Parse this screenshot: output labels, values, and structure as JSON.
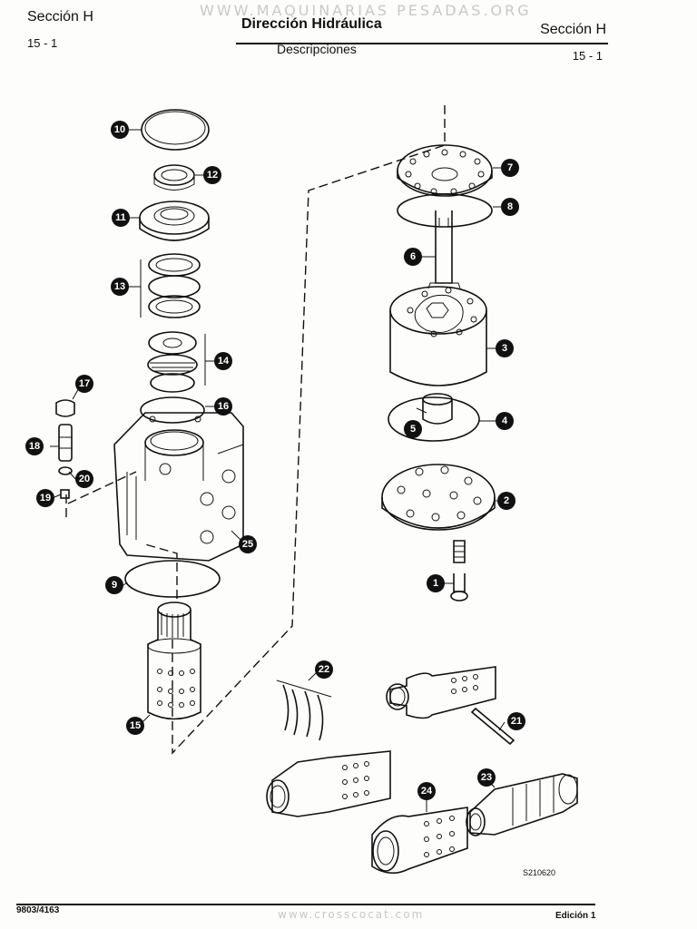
{
  "header": {
    "section_left": "Sección H",
    "page_left": "15 - 1",
    "section_right": "Sección H",
    "page_right": "15 - 1",
    "title": "Dirección Hidráulica",
    "subtitle": "Descripciones",
    "watermark": "WWW.MAQUINARIAS PESADAS.ORG"
  },
  "diagram": {
    "figure_id": "S210620",
    "callouts": [
      "1",
      "2",
      "3",
      "4",
      "5",
      "6",
      "7",
      "8",
      "9",
      "10",
      "11",
      "12",
      "13",
      "14",
      "15",
      "16",
      "17",
      "18",
      "19",
      "20",
      "21",
      "22",
      "23",
      "24",
      "25"
    ]
  },
  "footer": {
    "doc_number": "9803/4163",
    "edition": "Edición 1",
    "watermark": "www.crosscocat.com"
  }
}
